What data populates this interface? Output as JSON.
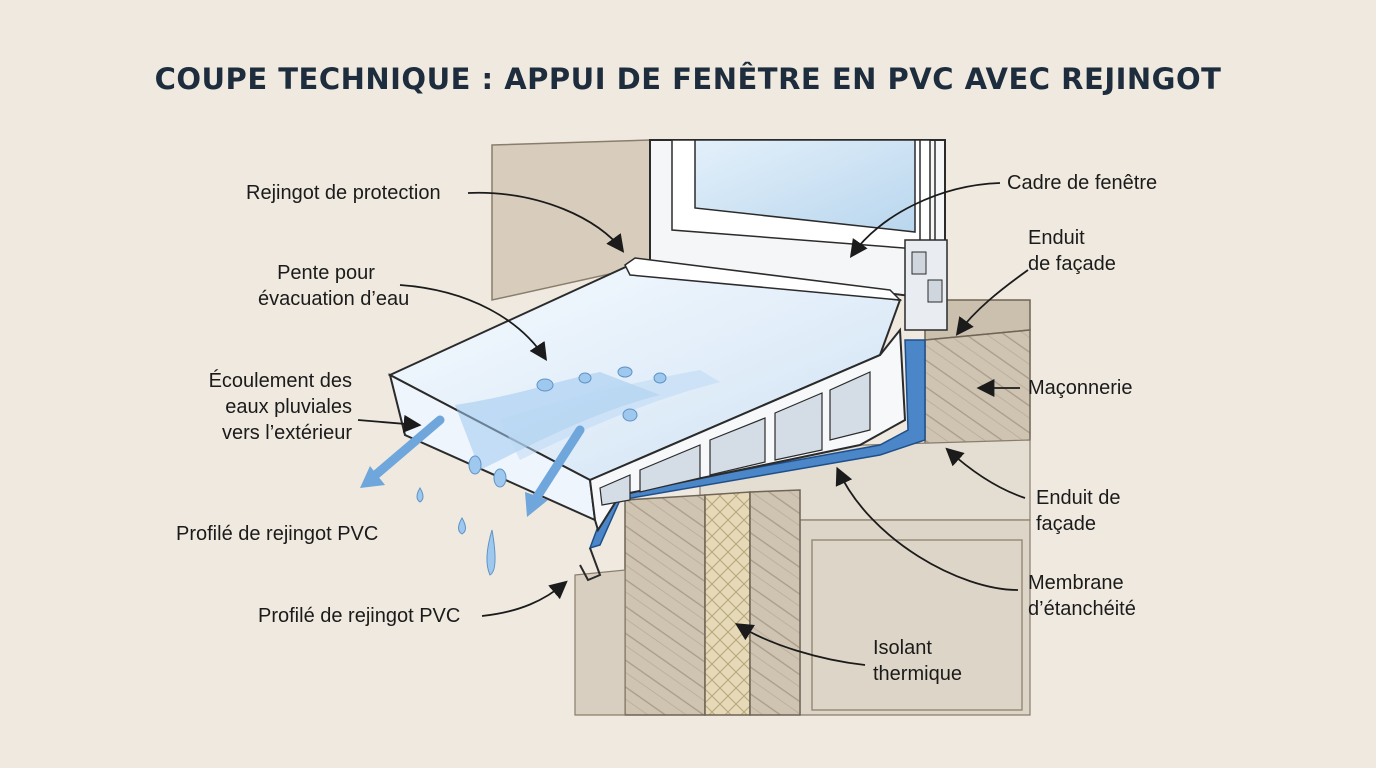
{
  "title": "COUPE TECHNIQUE : APPUI DE FENÊTRE EN PVC AVEC REJINGOT",
  "labels": {
    "rejingot_protection": "Rejingot de protection",
    "pente_line1": "Pente pour",
    "pente_line2": "évacuation d’eau",
    "ecoulement_line1": "Écoulement des",
    "ecoulement_line2": "eaux pluviales",
    "ecoulement_line3": "vers l’extérieur",
    "profile_left": "Profilé de rejingot PVC",
    "profile_bottom": "Profilé de rejingot PVC",
    "cadre": "Cadre de fenêtre",
    "enduit_top_line1": "Enduit",
    "enduit_top_line2": "de façade",
    "maconnerie": "Maçonnerie",
    "enduit_mid_line1": "Enduit de",
    "enduit_mid_line2": "façade",
    "membrane_line1": "Membrane",
    "membrane_line2": "d’étanchéité",
    "isolant_line1": "Isolant",
    "isolant_line2": "thermique"
  },
  "colors": {
    "background": "#efe9df",
    "title": "#1e2d3d",
    "membrane": "#4a86c8",
    "water": "#9fc8ee",
    "masonry": "#cfc3b2",
    "insulation": "#e6d9b8"
  }
}
